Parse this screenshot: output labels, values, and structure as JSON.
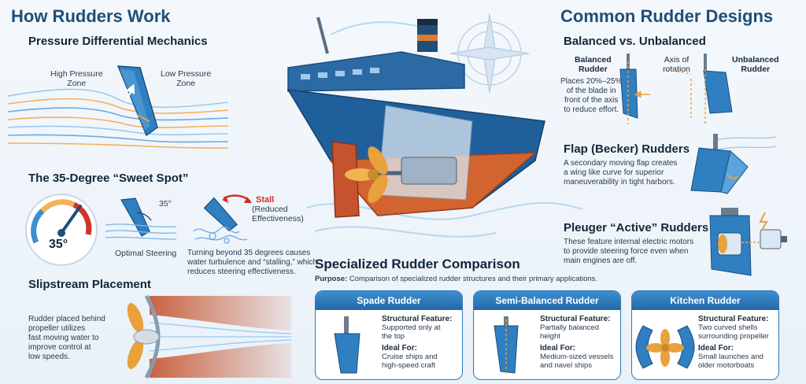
{
  "left": {
    "title": "How Rudders Work",
    "pressure": {
      "heading": "Pressure Differential Mechanics",
      "high_label": "High Pressure\nZone",
      "low_label": "Low Pressure\nZone"
    },
    "sweet_spot": {
      "heading": "The 35-Degree “Sweet Spot”",
      "gauge_value": "35°",
      "angle_label": "35°",
      "optimal_label": "Optimal Steering",
      "stall_label": "Stall",
      "stall_sub": "(Reduced\nEffectiveness)",
      "stall_desc": "Turning beyond 35 degrees causes\nwater turbulence and “stalling,” which\nreduces steering effectiveness."
    },
    "slipstream": {
      "heading": "Slipstream Placement",
      "desc": "Rudder placed behind\npropeller utilizes\nfast moving water to\nimprove control at\nlow speeds."
    }
  },
  "right": {
    "title": "Common Rudder Designs",
    "balanced": {
      "heading": "Balanced vs. Unbalanced",
      "balanced_label": "Balanced\nRudder",
      "balanced_desc": "Places 20%–25%\nof the blade in\nfront of the axis\nto reduce effort.",
      "axis_label": "Axis of\nrotation",
      "unbalanced_label": "Unbalanced\nRudder"
    },
    "flap": {
      "heading": "Flap (Becker) Rudders",
      "desc": "A secondary moving flap creates\na wing like curve for superior\nmaneuverability in tight harbors."
    },
    "pleuger": {
      "heading": "Pleuger “Active” Rudders",
      "desc": "These feature internal electric motors\nto provide steering force even when\nmain engines are off."
    }
  },
  "comparison": {
    "heading": "Specialized Rudder Comparison",
    "purpose_label": "Purpose:",
    "purpose_text": "Comparison of specialized rudder structures and their primary applications.",
    "structural_label": "Structural Feature:",
    "ideal_label": "Ideal For:",
    "cards": [
      {
        "title": "Spade Rudder",
        "feature": "Supported only at\nthe top",
        "ideal": "Cruise ships and\nhigh-speed craft"
      },
      {
        "title": "Semi-Balanced Rudder",
        "feature": "Partially balanced\nheight",
        "ideal": "Medium-sized vessels\nand navel ships"
      },
      {
        "title": "Kitchen Rudder",
        "feature": "Two curved shells\nsurrounding propeller",
        "ideal": "Small launches and\nolder motorboats"
      }
    ]
  },
  "colors": {
    "accent": "#1f4e79",
    "rudder_blue": "#2f7fc1",
    "hull_red": "#c6532d",
    "propeller": "#e9a23b",
    "stall_red": "#d2322d"
  }
}
